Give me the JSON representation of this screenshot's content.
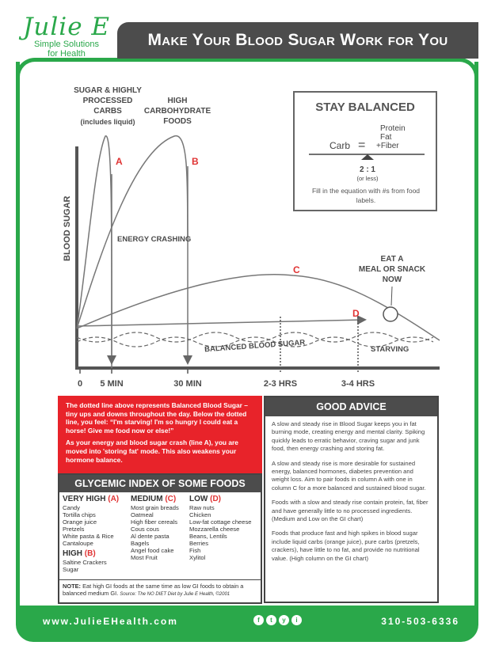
{
  "logo": {
    "name": "Julie E",
    "tagline_1": "Simple Solutions",
    "tagline_2": "for Health"
  },
  "title": "Make Your Blood Sugar Work for You",
  "chart": {
    "ylabel": "BLOOD SUGAR",
    "label_sugar_1": "SUGAR & HIGHLY",
    "label_sugar_2": "PROCESSED",
    "label_sugar_3": "CARBS",
    "label_sugar_4": "(includes liquid)",
    "label_carb_1": "HIGH",
    "label_carb_2": "CARBOHYDRATE",
    "label_carb_3": "FOODS",
    "energy_crashing": "ENERGY CRASHING",
    "eat_1": "EAT A",
    "eat_2": "MEAL OR SNACK",
    "eat_3": "NOW",
    "balanced": "BALANCED BLOOD SUGAR",
    "starving": "STARVING",
    "curve_a": "A",
    "curve_b": "B",
    "curve_c": "C",
    "curve_d": "D",
    "x_ticks": [
      "0",
      "5 MIN",
      "30 MIN",
      "2-3 HRS",
      "3-4 HRS"
    ]
  },
  "stay": {
    "heading": "STAY BALANCED",
    "carb": "Carb",
    "equals": "=",
    "protein": "Protein",
    "fat": "Fat",
    "fiber": "+Fiber",
    "ratio": "2 : 1",
    "ratio_note": "(or less)",
    "note": "Fill in the equation with #s from food labels."
  },
  "redbox": {
    "p1": "The dotted line above represents Balanced Blood Sugar – tiny ups and downs throughout the day.  Below the dotted line, you feel: “I'm starving! I'm so hungry I could eat a horse! Give me food now or else!”",
    "p2": "As your energy and blood sugar crash (line A), you are moved into 'storing fat' mode. This also weakens your hormone balance."
  },
  "gi": {
    "heading": "GLYCEMIC INDEX OF SOME FOODS",
    "very_high": {
      "label": "VERY HIGH",
      "letter": "(A)",
      "items": [
        "Candy",
        "Tortilla chips",
        "Orange juice",
        "Pretzels",
        "White pasta & Rice",
        "Cantaloupe"
      ]
    },
    "high": {
      "label": "HIGH",
      "letter": "(B)",
      "items": [
        "Saltine Crackers",
        "Sugar"
      ]
    },
    "medium": {
      "label": "MEDIUM",
      "letter": "(C)",
      "items": [
        "Most grain breads",
        "Oatmeal",
        "High fiber cereals",
        "Cous cous",
        "Al dente pasta",
        "Bagels",
        "Angel food cake",
        "Most Fruit"
      ]
    },
    "low": {
      "label": "LOW",
      "letter": "(D)",
      "items": [
        "Raw nuts",
        "Chicken",
        "Low-fat cottage cheese",
        "Mozzarella cheese",
        "Beans, Lentils",
        "Berries",
        "Fish",
        "Xylitol"
      ]
    },
    "note_label": "NOTE:",
    "note": "Eat high GI foods at the same time as low GI foods to obtain a balanced medium GI.",
    "source": "Source:  The NO DIET Diet by Julie E Health, ©2001"
  },
  "advice": {
    "heading": "GOOD ADVICE",
    "p1": "A slow and steady rise in Blood Sugar keeps you in fat burning mode, creating energy and mental clarity. Spiking quickly leads to erratic behavior, craving sugar and junk food, then energy crashing and storing fat.",
    "p2": "A slow and steady rise is more desirable for sustained energy, balanced hormones, diabetes prevention and weight loss. Aim to pair foods in column A with one in column C for a more balanced and sustained blood sugar.",
    "p3": "Foods with a slow and steady rise contain protein, fat, fiber and have generally little to no processed ingredients. (Medium and Low on the GI chart)",
    "p4": "Foods that produce fast and high spikes in blood sugar include liquid carbs (orange juice), pure carbs (pretzels, crackers), have little to no fat, and provide no nutritional value. (High column on the GI chart)"
  },
  "footer": {
    "website": "www.JulieEHealth.com",
    "phone": "310-503-6336",
    "social": [
      "f",
      "t",
      "y",
      "i"
    ]
  },
  "colors": {
    "green": "#2aa84a",
    "red": "#e8232a",
    "dark": "#4c4c4c"
  }
}
